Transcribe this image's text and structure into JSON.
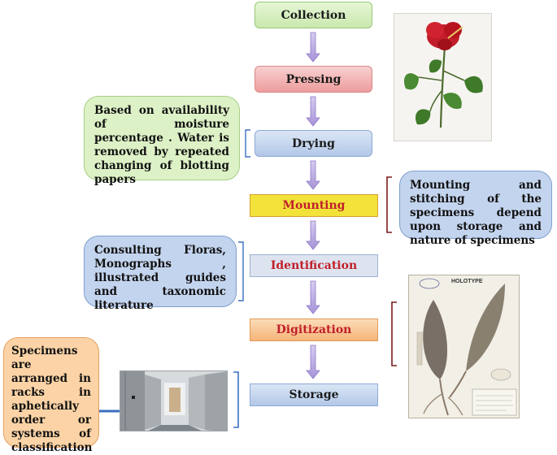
{
  "steps": {
    "collection": "Collection",
    "pressing": "Pressing",
    "drying": "Drying",
    "mounting": "Mounting",
    "identification": "Identification",
    "digitization": "Digitization",
    "storage": "Storage"
  },
  "notes": {
    "drying": "Based on availability of moisture percentage . Water is removed by repeated changing of blotting papers",
    "mounting": "Mounting and stitching of the specimens depend upon storage and nature of specimens",
    "identification": "Consulting Floras, Monographs , illustrated guides and taxonomic literature",
    "storage": "Specimens are arranged in racks in aphetically order or systems of classification"
  },
  "images": {
    "herbarium_label": "HOLOTYPE"
  },
  "colors": {
    "collection": "#d7f0c0",
    "pressing": "#f4b8b8",
    "drying": "#c6d7ee",
    "mounting": "#f2e23a",
    "mounting_text": "#c0202a",
    "identification": "#dde4f0",
    "identification_text": "#c0202a",
    "digitization": "#f8c89a",
    "digitization_text": "#c0202a",
    "storage": "#c6d7ee",
    "arrow": "#9a86cc",
    "note_green": "#ddf1c6",
    "note_blue": "#c3d4ee",
    "note_orange": "#fbd3a6",
    "bracket_dark": "#7a1a1a",
    "bracket_blue": "#3a6fc0"
  }
}
